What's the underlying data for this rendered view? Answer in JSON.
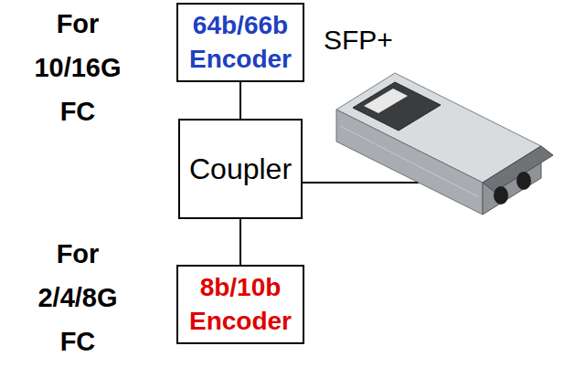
{
  "diagram": {
    "nodes": [
      {
        "text": [
          "64b/66b Encoder"
        ]
      },
      {
        "text": [
          "Coupler"
        ]
      },
      {
        "text": [
          "8b/10b Encoder"
        ]
      }
    ],
    "edges": [
      {
        "from": 0,
        "to": 1,
        "arrow": "none"
      },
      {
        "from": 1,
        "to": 2,
        "arrow": "none"
      }
    ],
    "labels": [
      "For 10/16G FC",
      "SFP+",
      "For 2/4/8G FC"
    ]
  }
}
